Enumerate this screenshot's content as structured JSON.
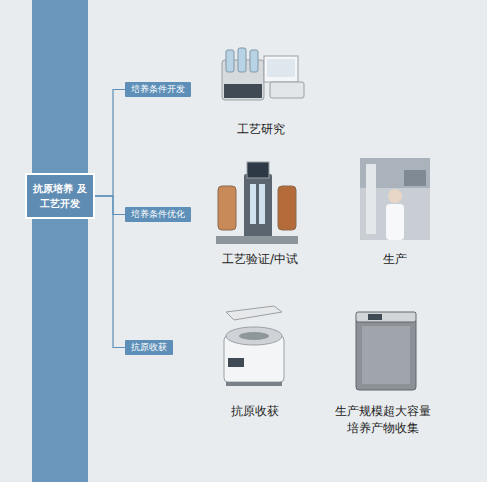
{
  "diagram": {
    "nodes": [
      {
        "text": [
          "抗原培养 及工艺开发"
        ]
      },
      {
        "text": [
          "培养条件开发"
        ]
      },
      {
        "text": [
          "培养条件优化"
        ]
      },
      {
        "text": [
          "抗原收获"
        ]
      }
    ],
    "edges": [
      {
        "from": 0,
        "to": 1,
        "arrow": "none"
      },
      {
        "from": 0,
        "to": 2,
        "arrow": "none"
      },
      {
        "from": 0,
        "to": 3,
        "arrow": "none"
      }
    ],
    "labels": [
      "工艺研究",
      "工艺验证/中试",
      "生产",
      "抗原收获",
      "生产规模超大容量 培养产物收集"
    ]
  }
}
